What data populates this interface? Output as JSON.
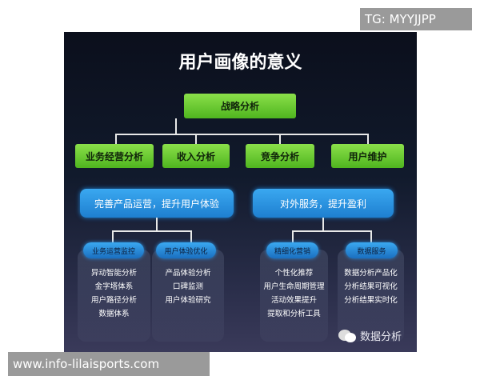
{
  "title": "用户画像的意义",
  "root": "战略分析",
  "level1": [
    "业务经营分析",
    "收入分析",
    "竞争分析",
    "用户维护"
  ],
  "level2": [
    "完善产品运营，提升用户体验",
    "对外服务，提升盈利"
  ],
  "groups": [
    {
      "label": "业务运营监控",
      "items": [
        "异动智能分析",
        "金字塔体系",
        "用户路径分析",
        "数据体系"
      ]
    },
    {
      "label": "用户体验优化",
      "items": [
        "产品体验分析",
        "口碑监测",
        "用户体验研究"
      ]
    },
    {
      "label": "精细化营销",
      "items": [
        "个性化推荐",
        "用户生命周期管理",
        "活动效果提升",
        "提取和分析工具"
      ]
    },
    {
      "label": "数据服务",
      "items": [
        "数据分析产品化",
        "分析结果可视化",
        "分析结果实时化"
      ]
    }
  ],
  "brand": "数据分析",
  "watermark_top": "TG: MYYJJPP",
  "watermark_bottom": "www.info-lilaisports.com",
  "colors": {
    "green": "#5cc22a",
    "blue": "#2a90e0",
    "background": "#111a2c"
  }
}
